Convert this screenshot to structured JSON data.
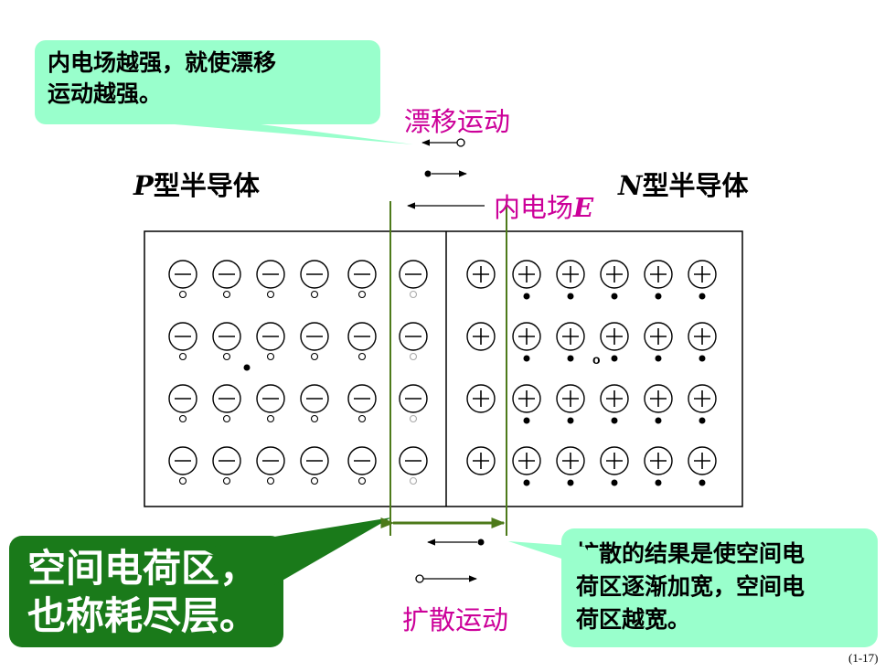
{
  "callouts": {
    "drift_line1": "内电场越强，就使漂移",
    "drift_line2": "运动越强。",
    "depletion_line1": "空间电荷区，",
    "depletion_line2": "也称耗尽层。",
    "diffusion_line1": "扩散的结果是使空间电",
    "diffusion_line2": "荷区逐渐加宽，空间电",
    "diffusion_line3": "荷区越宽。"
  },
  "labels": {
    "drift_motion": "漂移运动",
    "diffusion_motion": "扩散运动",
    "field_prefix": "内电场",
    "field_symbol": "E",
    "p_letter": "P",
    "p_suffix": "型半导体",
    "n_letter": "N",
    "n_suffix": "型半导体"
  },
  "symbols": {
    "negative_ion": "−",
    "positive_ion": "+",
    "stray_hole": "o"
  },
  "slide_number": "(1-17)",
  "colors": {
    "callout_light": "#99ffcc",
    "callout_dark": "#1a7a1a",
    "label_magenta": "#cc0099",
    "boundary_green": "#4d7a1a"
  }
}
